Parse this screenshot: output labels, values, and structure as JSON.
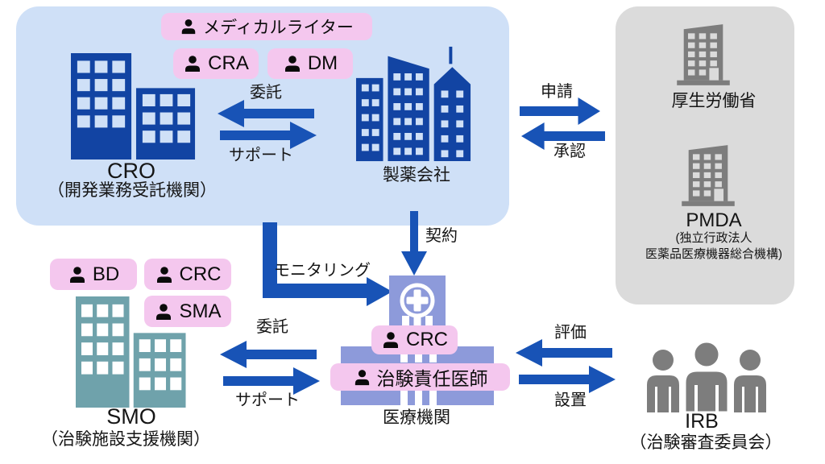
{
  "orgs": {
    "cro": {
      "name": "CRO",
      "subtitle": "（開発業務受託機関）"
    },
    "pharma": {
      "name": "製薬会社"
    },
    "mhlw": {
      "name": "厚生労働省"
    },
    "pmda": {
      "name": "PMDA",
      "subtitle1": "(独立行政法人",
      "subtitle2": "医薬品医療機器総合機構)"
    },
    "smo": {
      "name": "SMO",
      "subtitle": "（治験施設支援機関）"
    },
    "hospital": {
      "name": "医療機関"
    },
    "irb": {
      "name": "IRB",
      "subtitle": "（治験審査委員会）"
    }
  },
  "roles": {
    "medical_writer": "メディカルライター",
    "cra": "CRA",
    "dm": "DM",
    "bd": "BD",
    "crc_smo": "CRC",
    "sma": "SMA",
    "crc_site": "CRC",
    "principal_investigator": "治験責任医師"
  },
  "relations": {
    "pharma_to_cro": "委託",
    "cro_to_pharma": "サポート",
    "pharma_to_gov": "申請",
    "gov_to_pharma": "承認",
    "pharma_to_hospital": "契約",
    "cro_to_hospital": "モニタリング",
    "hospital_to_smo": "委託",
    "smo_to_hospital": "サポート",
    "irb_to_hospital": "評価",
    "hospital_to_irb": "設置"
  },
  "colors": {
    "panel_blue": "#cfe0f7",
    "panel_gray": "#dbdbdb",
    "building_blue": "#1244a3",
    "building_teal": "#6fa2ab",
    "building_gray": "#7d7d7d",
    "hospital_purple": "#8d9ada",
    "arrow_blue": "#1853b6",
    "badge_pink": "#f4c7ee"
  }
}
